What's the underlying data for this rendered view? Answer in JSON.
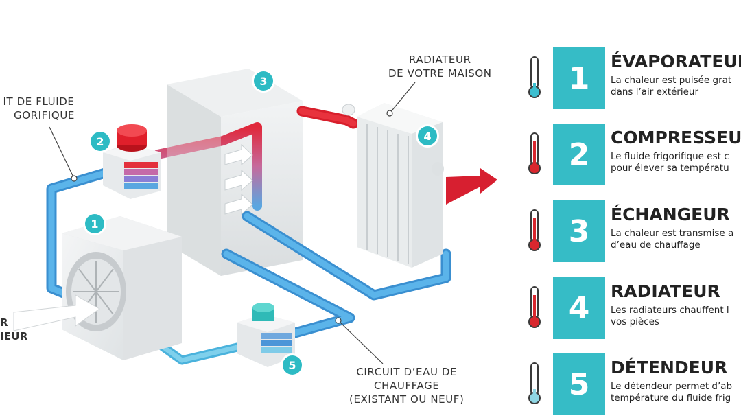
{
  "callouts": {
    "fluid_circuit": [
      "IT DE FLUIDE",
      "GORIFIQUE"
    ],
    "radiator": [
      "RADIATEUR",
      "DE VOTRE MAISON"
    ],
    "water_circuit": [
      "CIRCUIT D’EAU DE",
      "CHAUFFAGE",
      "(EXISTANT OU NEUF)"
    ],
    "outside_air": [
      "R",
      "IEUR"
    ]
  },
  "badges": [
    "1",
    "2",
    "3",
    "4",
    "5"
  ],
  "legend": [
    {
      "number": "1",
      "title": "ÉVAPORATEUR",
      "desc": [
        "La chaleur est puisée grat",
        "dans l’air extérieur"
      ],
      "thermo": "cold",
      "thermo_color": "#3dbfd0"
    },
    {
      "number": "2",
      "title": "COMPRESSEUR",
      "desc": [
        "Le fluide frigorifique est c",
        "pour élever sa températu"
      ],
      "thermo": "hot",
      "thermo_color": "#d9272e"
    },
    {
      "number": "3",
      "title": "ÉCHANGEUR",
      "desc": [
        "La chaleur est transmise a",
        "d’eau de chauffage"
      ],
      "thermo": "hot",
      "thermo_color": "#d9272e"
    },
    {
      "number": "4",
      "title": "RADIATEUR",
      "desc": [
        "Les radiateurs chauffent l",
        "vos pièces"
      ],
      "thermo": "hot",
      "thermo_color": "#d9272e"
    },
    {
      "number": "5",
      "title": "DÉTENDEUR",
      "desc": [
        "Le détendeur permet d’ab",
        "température du fluide frig"
      ],
      "thermo": "cold",
      "thermo_color": "#8fd6e4"
    }
  ],
  "colors": {
    "accent": "#36bcc6",
    "hot": "#e02a35",
    "cold": "#47a6de"
  }
}
